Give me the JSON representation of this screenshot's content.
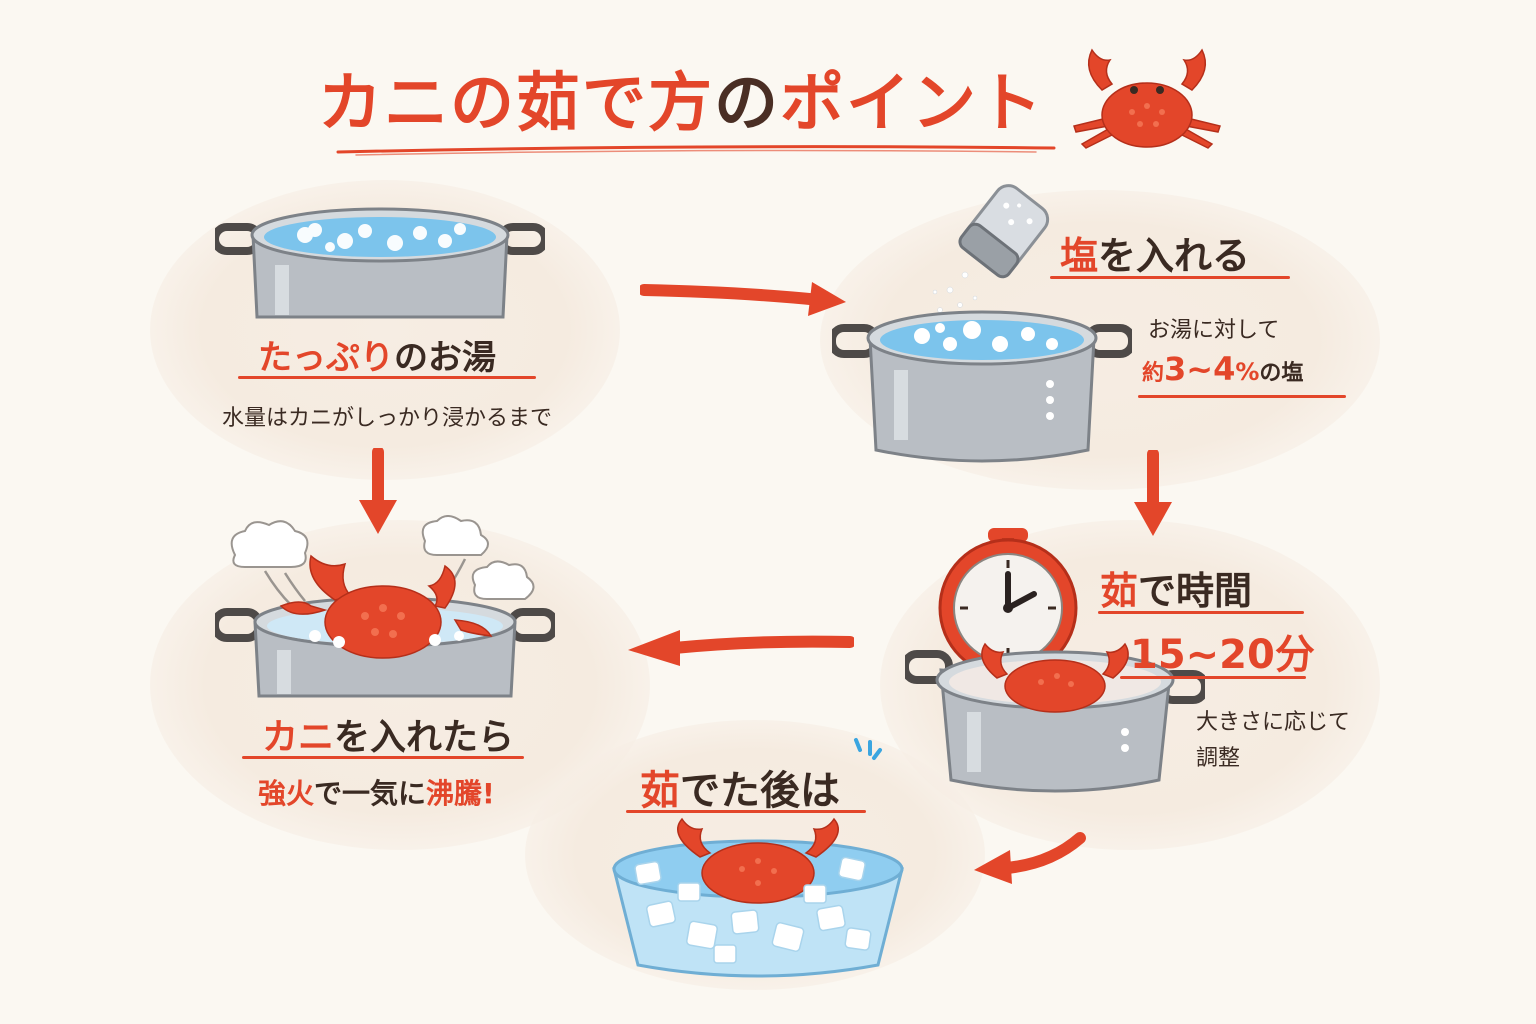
{
  "title": {
    "part1": "カニの",
    "part2": "茹",
    "part3": "で方",
    "part4": "の",
    "part5": "ポイント"
  },
  "steps": [
    {
      "heading_red": "たっぷり",
      "heading_plain": "のお湯",
      "note": "水量はカニがしっかり浸かるまで"
    },
    {
      "heading_red": "塩",
      "heading_plain": "を入れる",
      "note_line1": "お湯に対して",
      "note_pre": "約",
      "note_value": "3~4",
      "note_unit": "%",
      "note_post": "の塩"
    },
    {
      "heading_red": "茹",
      "heading_plain": "で時間",
      "value": "15~20分",
      "note_line1": "大きさに応じて",
      "note_line2": "調整"
    },
    {
      "heading_plain": "茹",
      "heading_rest": "でた後は"
    },
    {
      "heading_red": "カニ",
      "heading_plain": "を入れたら",
      "note_red": "強火",
      "note_plain1": "で一気に",
      "note_red2": "沸騰!"
    }
  ],
  "colors": {
    "accent": "#e3462a",
    "text": "#3a2a22",
    "background": "#fbf8f2",
    "water": "#7cc4ec",
    "pot": "#b9bec4"
  },
  "icons": [
    "crab-icon",
    "pot-icon",
    "salt-shaker-icon",
    "clock-icon",
    "ice-bowl-icon",
    "steam-icon",
    "arrow-icon"
  ]
}
